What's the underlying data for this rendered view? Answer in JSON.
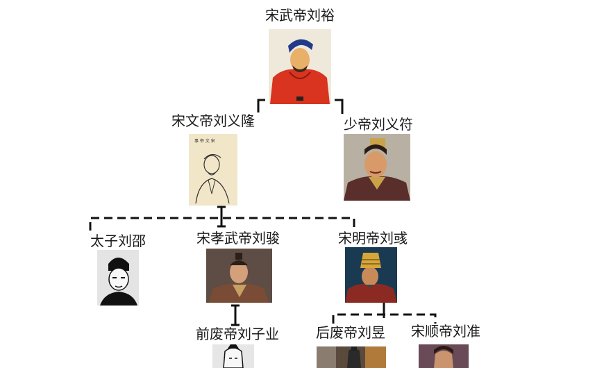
{
  "people": {
    "wudi": {
      "name": "宋武帝刘裕"
    },
    "wendi": {
      "name": "宋文帝刘义隆"
    },
    "shaodi": {
      "name": "少帝刘义符"
    },
    "taizi": {
      "name": "太子刘邵"
    },
    "xiaowu": {
      "name": "宋孝武帝刘骏"
    },
    "mingdi": {
      "name": "宋明帝刘彧"
    },
    "qianfei": {
      "name": "前废帝刘子业"
    },
    "houfei": {
      "name": "后废帝刘昱"
    },
    "shundi": {
      "name": "宋顺帝刘准"
    }
  },
  "colors": {
    "line": "#111111",
    "robe_red": "#d8341f",
    "sketch_bg": "#f1e6c8",
    "game_bg": "#6a4a32"
  },
  "icons": {
    "wudi": "emperor-red-robe-portrait",
    "wendi": "ink-sketch-portrait",
    "shaodi": "crowned-game-portrait",
    "taizi": "ink-woodcut-portrait",
    "xiaowu": "armored-game-portrait",
    "mingdi": "golden-crown-portrait",
    "qianfei": "woodcut-portrait-cropped",
    "houfei": "photo-portrait-cropped",
    "shundi": "game-portrait-cropped"
  }
}
